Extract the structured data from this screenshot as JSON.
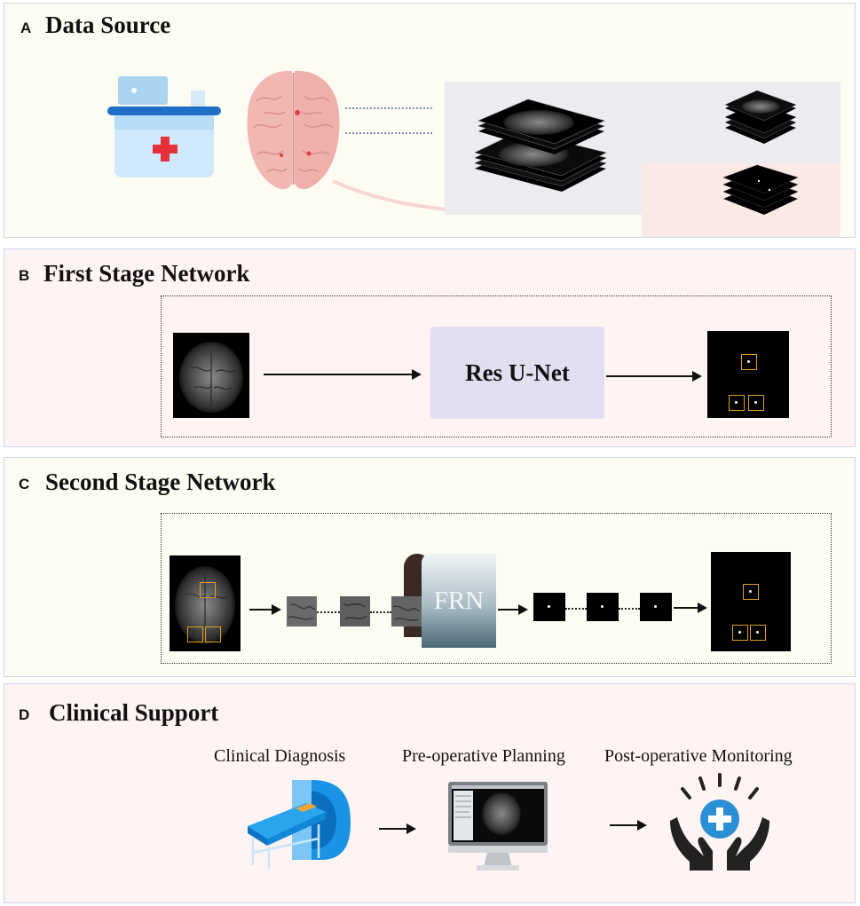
{
  "panels": {
    "a": {
      "letter": "A",
      "title": "Data Source"
    },
    "b": {
      "letter": "B",
      "title": "First Stage Network",
      "network": "Res U-Net"
    },
    "c": {
      "letter": "C",
      "title": "Second Stage Network",
      "network": "FRN"
    },
    "d": {
      "letter": "D",
      "title": "Clinical Support",
      "steps": [
        "Clinical Diagnosis",
        "Pre-operative Planning",
        "Post-operative Monitoring"
      ]
    }
  },
  "colors": {
    "panel_a_bg": "#fdfcf3",
    "panel_b_bg": "#fff4f3",
    "panel_border": "#c9d6ea",
    "box_orange": "#e0a020",
    "resunet_fill": "#e1def0",
    "care_blue": "#2b8fd6"
  },
  "icons": [
    "hospital-icon",
    "brain-icon",
    "mri-scanner-icon",
    "monitor-icon",
    "care-hands-icon"
  ]
}
